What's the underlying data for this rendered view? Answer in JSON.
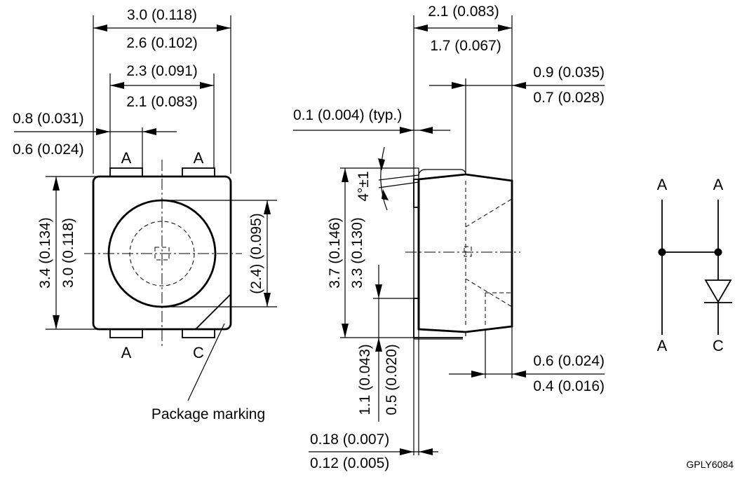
{
  "drawing_code": "GPLY6084",
  "package_marking_label": "Package marking",
  "front_view": {
    "dims": {
      "width_max": "3.0 (0.118)",
      "width_min": "2.6 (0.102)",
      "pad_span_max": "2.3 (0.091)",
      "pad_span_min": "2.1 (0.083)",
      "pad_width_max": "0.8 (0.031)",
      "pad_width_min": "0.6 (0.024)",
      "height_max": "3.4 (0.134)",
      "height_min": "3.0 (0.118)",
      "lens_diameter": "(2.4) (0.095)"
    },
    "pins": {
      "top_left": "A",
      "top_right": "A",
      "bottom_left": "A",
      "bottom_right": "C"
    }
  },
  "side_view": {
    "dims": {
      "depth_max": "2.1 (0.083)",
      "depth_min": "1.7 (0.067)",
      "top_offset_max": "0.9 (0.035)",
      "top_offset_min": "0.7 (0.028)",
      "lead_gap": "0.1 (0.004) (typ.)",
      "draft_angle": "4°±1",
      "height_max": "3.7 (0.146)",
      "height_min": "3.3 (0.130)",
      "lead_len_max": "1.1 (0.043)",
      "lead_len_min": "0.5 (0.020)",
      "bottom_offset_max": "0.6 (0.024)",
      "bottom_offset_min": "0.4 (0.016)",
      "lead_thk_max": "0.18 (0.007)",
      "lead_thk_min": "0.12 (0.005)"
    }
  },
  "schematic": {
    "pins": {
      "top_left": "A",
      "top_right": "A",
      "bottom_left": "A",
      "bottom_right": "C"
    }
  }
}
